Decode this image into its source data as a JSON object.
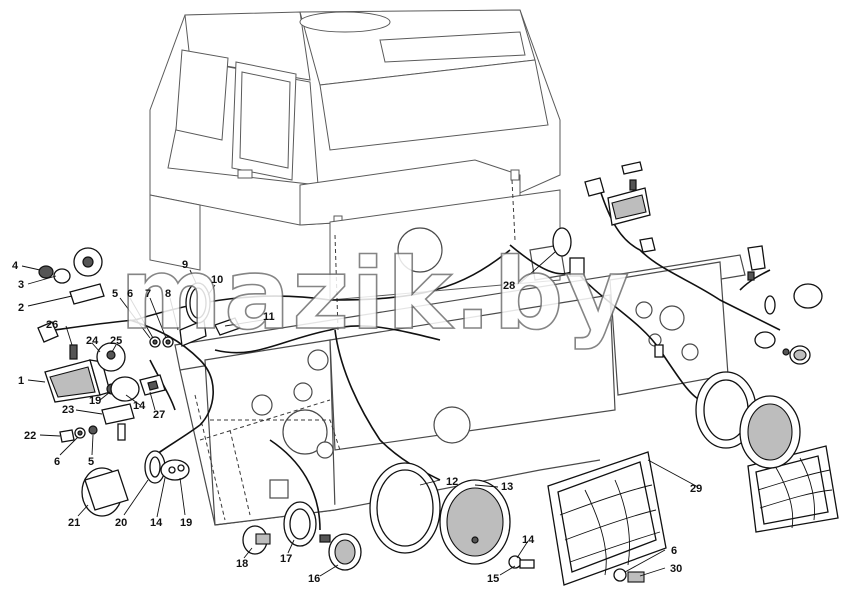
{
  "watermark": "mazik.by",
  "callouts": [
    {
      "id": "c1",
      "label": "1"
    },
    {
      "id": "c2",
      "label": "2"
    },
    {
      "id": "c3",
      "label": "3"
    },
    {
      "id": "c4",
      "label": "4"
    },
    {
      "id": "c5a",
      "label": "5"
    },
    {
      "id": "c5b",
      "label": "5"
    },
    {
      "id": "c6a",
      "label": "6"
    },
    {
      "id": "c6b",
      "label": "6"
    },
    {
      "id": "c6c",
      "label": "6"
    },
    {
      "id": "c7",
      "label": "7"
    },
    {
      "id": "c8",
      "label": "8"
    },
    {
      "id": "c9",
      "label": "9"
    },
    {
      "id": "c10",
      "label": "10"
    },
    {
      "id": "c11",
      "label": "11"
    },
    {
      "id": "c12",
      "label": "12"
    },
    {
      "id": "c13",
      "label": "13"
    },
    {
      "id": "c14a",
      "label": "14"
    },
    {
      "id": "c14b",
      "label": "14"
    },
    {
      "id": "c14c",
      "label": "14"
    },
    {
      "id": "c15",
      "label": "15"
    },
    {
      "id": "c16",
      "label": "16"
    },
    {
      "id": "c17",
      "label": "17"
    },
    {
      "id": "c18",
      "label": "18"
    },
    {
      "id": "c19a",
      "label": "19"
    },
    {
      "id": "c19b",
      "label": "19"
    },
    {
      "id": "c20",
      "label": "20"
    },
    {
      "id": "c21",
      "label": "21"
    },
    {
      "id": "c22",
      "label": "22"
    },
    {
      "id": "c23",
      "label": "23"
    },
    {
      "id": "c24",
      "label": "24"
    },
    {
      "id": "c25",
      "label": "25"
    },
    {
      "id": "c26",
      "label": "26"
    },
    {
      "id": "c27",
      "label": "27"
    },
    {
      "id": "c28",
      "label": "28"
    },
    {
      "id": "c29",
      "label": "29"
    },
    {
      "id": "c30",
      "label": "30"
    }
  ]
}
